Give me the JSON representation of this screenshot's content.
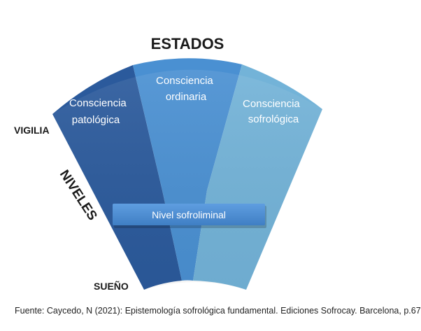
{
  "title": "ESTADOS",
  "axis": {
    "top": "VIGILIA",
    "middle": "NIVELES",
    "bottom": "SUEÑO"
  },
  "states": [
    {
      "line1": "Consciencia",
      "line2": "patológica",
      "color": "#2b5a9c"
    },
    {
      "line1": "Consciencia",
      "line2": "ordinaria",
      "color": "#4a90d2"
    },
    {
      "line1": "Consciencia",
      "line2": "sofrológica",
      "color": "#73b3d8"
    }
  ],
  "band": {
    "label": "Nivel sofroliminal",
    "color": "#4a88cc"
  },
  "source": "Fuente: Caycedo, N (2021): Epistemología sofrológica fundamental. Ediciones Sofrocay. Barcelona, p.67"
}
